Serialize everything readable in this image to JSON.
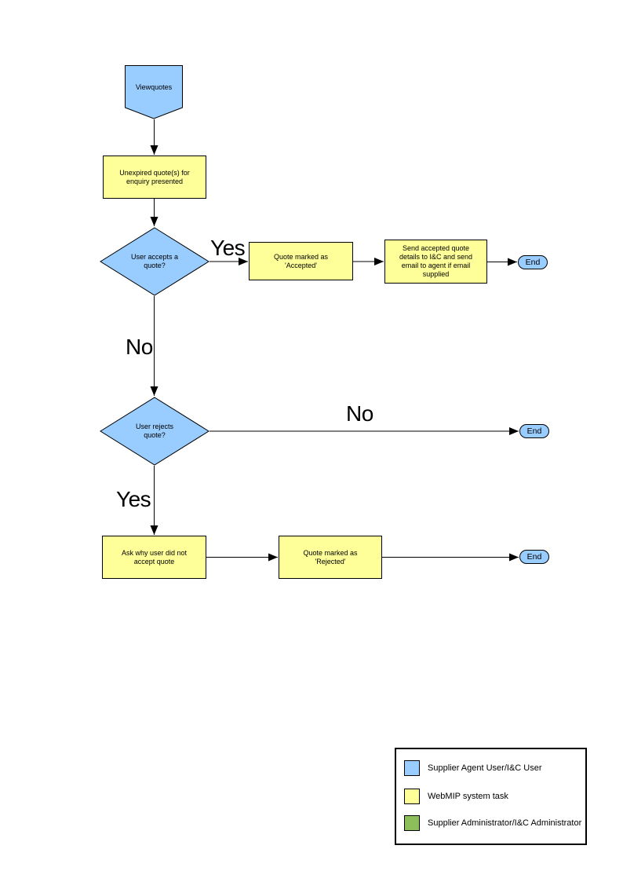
{
  "diagram": {
    "title_hint": "View quotes flowchart",
    "colors": {
      "user_shape": "#99CCFF",
      "system_task": "#FFFF99",
      "admin_shape": "#8CBF5A",
      "line": "#000000"
    },
    "nodes": {
      "start": {
        "label": "Viewquotes"
      },
      "present": {
        "label": "Unexpired quote(s) for enquiry presented"
      },
      "accept_decision": {
        "label": "User accepts a quote?"
      },
      "mark_accepted": {
        "label": "Quote  marked as 'Accepted'"
      },
      "send_details": {
        "label": "Send accepted quote details to I&C and send email to agent if email supplied"
      },
      "end_accept": {
        "label": "End"
      },
      "reject_decision": {
        "label": "User rejects quote?"
      },
      "end_no_reject": {
        "label": "End"
      },
      "ask_why": {
        "label": "Ask why user did not accept quote"
      },
      "mark_rejected": {
        "label": "Quote  marked as 'Rejected'"
      },
      "end_reject": {
        "label": "End"
      }
    },
    "edge_labels": {
      "accept_yes": "Yes",
      "accept_no": "No",
      "reject_no": "No",
      "reject_yes": "Yes"
    },
    "legend": {
      "items": [
        {
          "key": "user",
          "color": "#99CCFF",
          "label": "Supplier Agent User/I&C User"
        },
        {
          "key": "system",
          "color": "#FFFF99",
          "label": "WebMIP system task"
        },
        {
          "key": "admin",
          "color": "#8CBF5A",
          "label": "Supplier Administrator/I&C Administrator"
        }
      ]
    }
  }
}
